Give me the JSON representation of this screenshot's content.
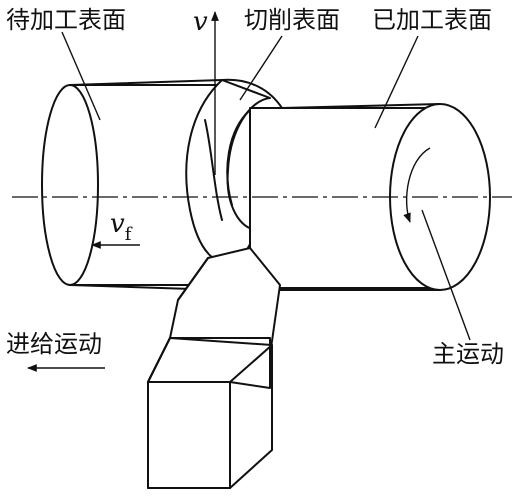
{
  "labels": {
    "unmachined_surface": "待加工表面",
    "cutting_surface": "切削表面",
    "machined_surface": "已加工表面",
    "velocity_symbol": "v",
    "feed_velocity_symbol": "v",
    "feed_velocity_subscript": "f",
    "feed_motion": "进给运动",
    "main_motion": "主运动"
  },
  "colors": {
    "line": "#111111",
    "background": "#ffffff"
  }
}
